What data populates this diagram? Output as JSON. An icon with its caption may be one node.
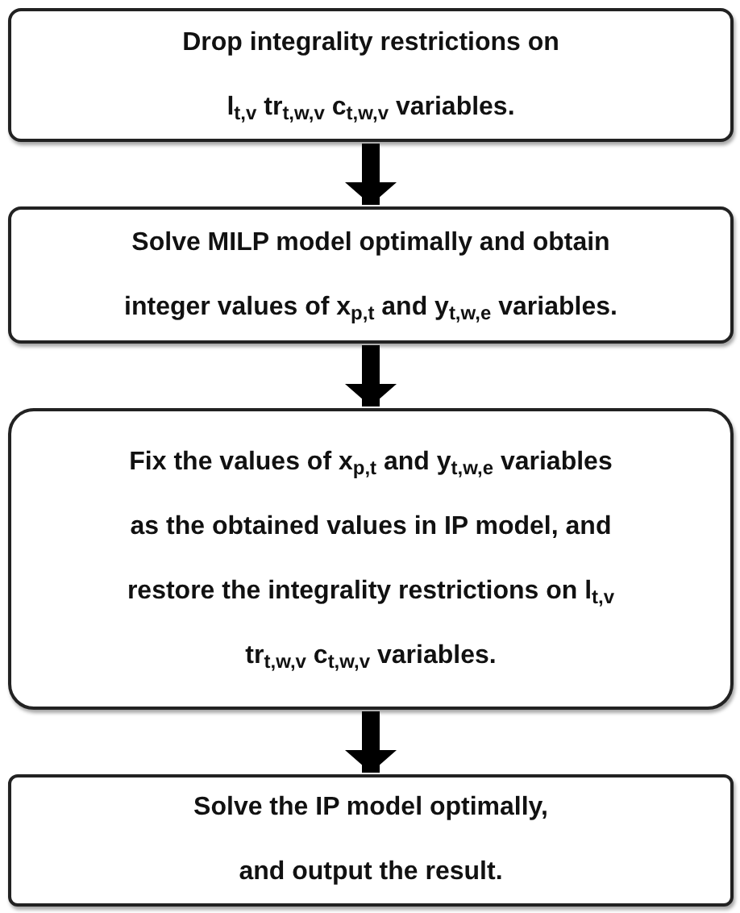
{
  "diagram": {
    "nodes": [
      {
        "text": [
          "Drop integrality restrictions on l$_{t,v}$ tr$_{t,w,v}$ c$_{t,w,v}$ variables."
        ]
      },
      {
        "text": [
          "Solve MILP model optimally and obtain integer values of x$_{p,t}$ and y$_{t,w,e}$ variables."
        ]
      },
      {
        "text": [
          "Fix the values of x$_{p,t}$ and y$_{t,w,e}$ variables as the obtained values in IP model, and restore the integrality restrictions on l$_{t,v}$ tr$_{t,w,v}$ c$_{t,w,v}$ variables."
        ]
      },
      {
        "text": [
          "Solve the IP model optimally, and output the result."
        ]
      }
    ],
    "edges": [
      {
        "from": 0,
        "to": 1,
        "arrow": "to"
      },
      {
        "from": 1,
        "to": 2,
        "arrow": "to"
      },
      {
        "from": 2,
        "to": 3,
        "arrow": "to"
      }
    ]
  }
}
